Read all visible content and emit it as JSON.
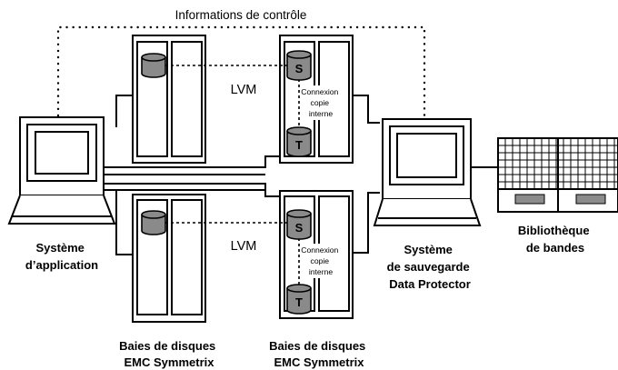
{
  "diagram": {
    "control_info_label": "Informations de contrôle",
    "application_system": [
      "Système",
      "d’application"
    ],
    "backup_system": [
      "Système",
      "de sauvegarde",
      "Data Protector"
    ],
    "tape_library": [
      "Bibliothèque",
      "de bandes"
    ],
    "disk_arrays": [
      {
        "lines": [
          "Baies de disques",
          "EMC Symmetrix"
        ]
      },
      {
        "lines": [
          "Baies de disques",
          "EMC Symmetrix"
        ]
      }
    ],
    "upper_pair": {
      "link_label": "LVM",
      "source_disk": "S",
      "target_disk": "T",
      "internal_copy": [
        "Connexion",
        "copie",
        "interne"
      ]
    },
    "lower_pair": {
      "link_label": "LVM",
      "source_disk": "S",
      "target_disk": "T",
      "internal_copy": [
        "Connexion",
        "copie",
        "interne"
      ]
    },
    "colors": {
      "line": "#000000",
      "disk_fill": "#8a8a8a",
      "library_slot": "#8c8c8c",
      "background": "#ffffff"
    }
  }
}
